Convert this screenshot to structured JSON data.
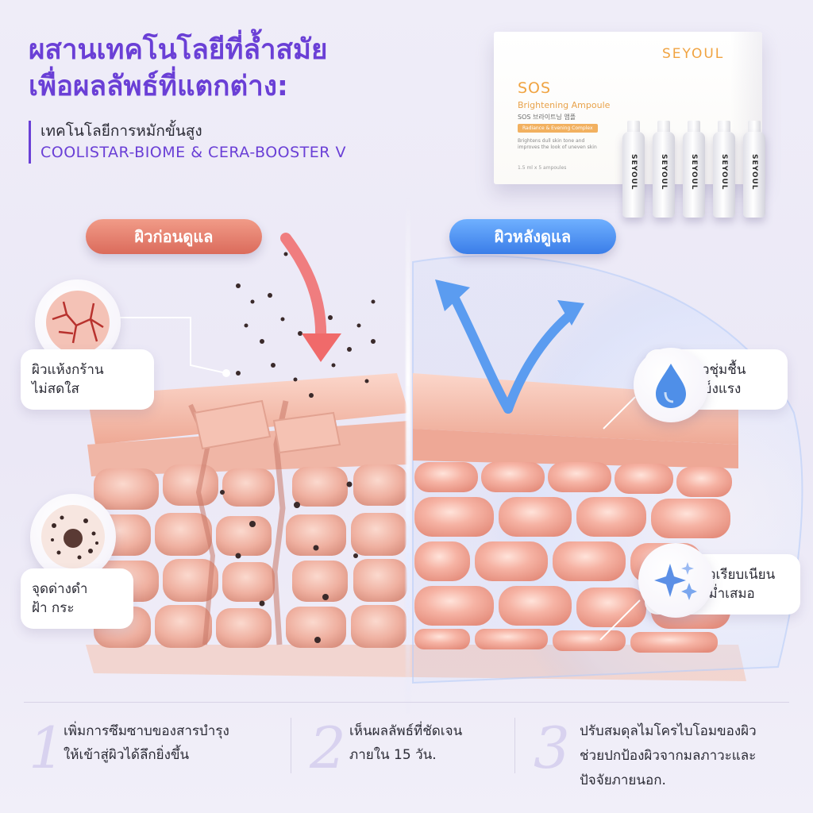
{
  "headline": {
    "line1": "ผสานเทคโนโลยีที่ล้ำสมัย",
    "line2": "เพื่อผลลัพธ์ที่แตกต่าง:"
  },
  "subheading": {
    "line1": "เทคโนโลยีการหมักขั้นสูง",
    "line2": "COOLISTAR-BIOME & CERA-BOOSTER V"
  },
  "product": {
    "brand": "SEYOUL",
    "title": "SOS",
    "name": "Brightening Ampoule",
    "name_kr": "SOS 브라이트닝 앰플",
    "tag": "Radiance & Evening Complex",
    "description": "Brightens dull skin tone and improves the look of uneven skin",
    "volume": "1.5 ml x 5 ampoules",
    "ampoule_label": "SEYOUL"
  },
  "labels": {
    "before": "ผิวก่อนดูแล",
    "after": "ผิวหลังดูแล"
  },
  "callouts": [
    {
      "icon": "cracked-skin-icon",
      "line1": "ผิวแห้งกร้าน",
      "line2": "ไม่สดใส"
    },
    {
      "icon": "dark-spot-icon",
      "line1": "จุดด่างดำ",
      "line2": "ฝ้า กระ"
    },
    {
      "icon": "water-drop-icon",
      "line1": "ผิวชุ่มชื้น",
      "line2": "แข็งแรง"
    },
    {
      "icon": "sparkle-icon",
      "line1": "ผิวเรียบเนียน",
      "line2": "สม่ำเสมอ"
    }
  ],
  "features": [
    {
      "number": "1",
      "line1": "เพิ่มการซึมซาบของสารบำรุง",
      "line2": "ให้เข้าสู่ผิวได้ลึกยิ่งขึ้น"
    },
    {
      "number": "2",
      "line1": "เห็นผลลัพธ์ที่ชัดเจน",
      "line2": "ภายใน 15 วัน."
    },
    {
      "number": "3",
      "line1": "ปรับสมดุลไมโครไบโอมของผิว",
      "line2": "ช่วยปกป้องผิวจากมลภาวะและ",
      "line3": "ปัจจัยภายนอก."
    }
  ],
  "colors": {
    "accent_purple": "#6a3fd6",
    "before_red": "#db6b5b",
    "after_blue": "#3a7de8",
    "brand_orange": "#f0a341",
    "skin_pink": "#f2a898"
  }
}
